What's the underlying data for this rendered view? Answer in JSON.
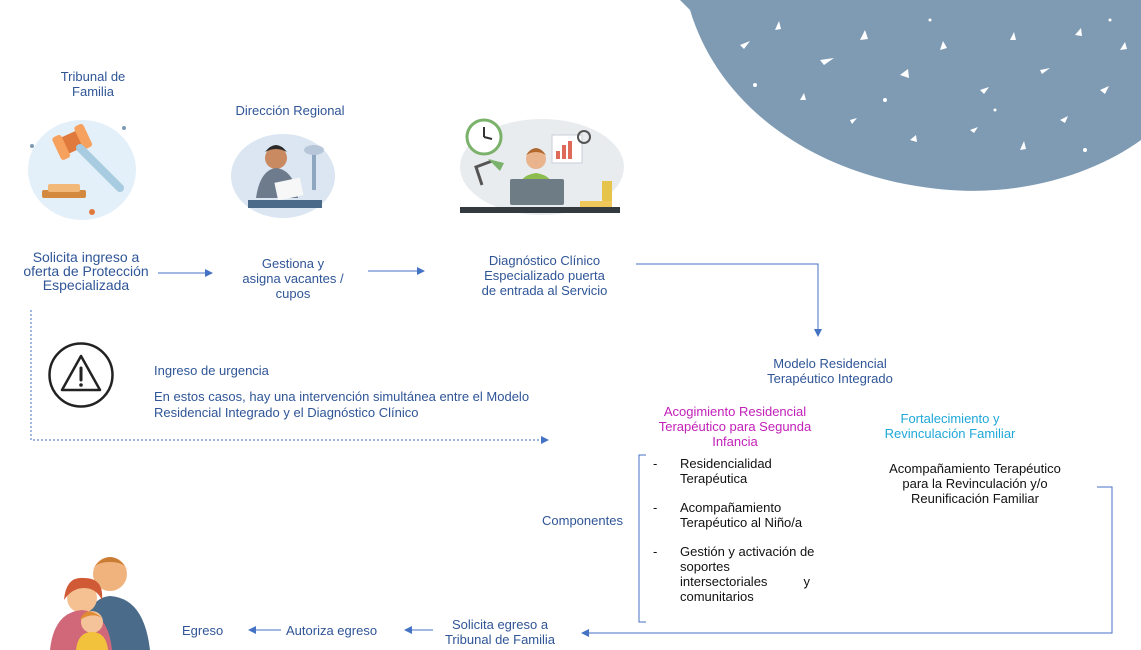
{
  "actors": {
    "tribunal": "Tribunal de\nFamilia",
    "direccion": "Dirección Regional"
  },
  "steps": {
    "solicita": "Solicita ingreso a\noferta de Protección\nEspecializada",
    "gestiona": "Gestiona y\nasigna vacantes /\ncupos",
    "diagnostico": "Diagnóstico Clínico\nEspecializado puerta\nde entrada al Servicio"
  },
  "urgencia": {
    "title": "Ingreso de urgencia",
    "text": "En estos casos, hay una intervención simultánea entre el Modelo\nResidencial Integrado y el Diagnóstico Clínico"
  },
  "modelo": {
    "title": "Modelo Residencial\nTerapéutico Integrado",
    "acogimiento": "Acogimiento Residencial\nTerapéutico para Segunda\nInfancia",
    "fortalecimiento": "Fortalecimiento y\nRevinculación Familiar",
    "acompanamiento_familiar": "Acompañamiento Terapéutico\npara la Revinculación y/o\nReunificación Familiar"
  },
  "componentes": {
    "label": "Componentes",
    "items": [
      {
        "dash": "-",
        "text": "Residencialidad\nTerapéutica"
      },
      {
        "dash": "-",
        "text": "Acompañamiento\nTerapéutico al Niño/a"
      },
      {
        "dash": "-",
        "text": "Gestión y activación de\nsoportes\nintersectoriales          y\ncomunitarios"
      }
    ]
  },
  "egreso": {
    "solicita": "Solicita egreso a\nTribunal de Familia",
    "autoriza": "Autoriza egreso",
    "egreso": "Egreso"
  },
  "colors": {
    "text_blue": "#2f5597",
    "magenta": "#c21fb8",
    "cyan": "#1fa8d8",
    "line": "#4472c4",
    "blob": "#7f9bb4"
  }
}
